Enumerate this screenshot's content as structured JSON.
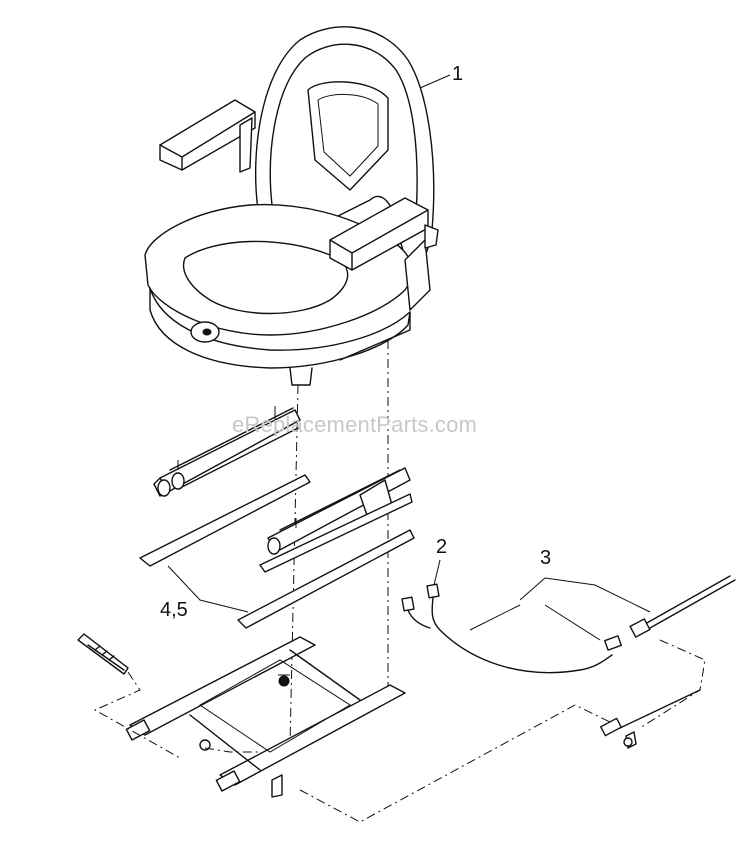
{
  "watermark": "eReplacementParts.com",
  "callouts": {
    "seat": "1",
    "harness": "2",
    "cable": "3",
    "rails": "4,5"
  }
}
